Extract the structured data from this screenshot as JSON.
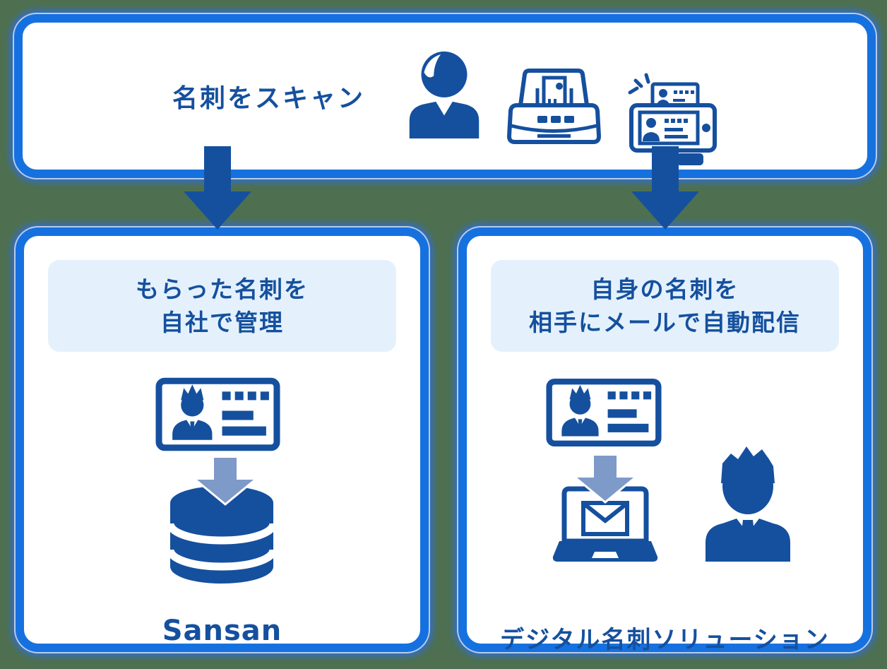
{
  "colors": {
    "background": "#4e7050",
    "box_border": "#1671e0",
    "box_bg": "#ffffff",
    "primary_blue": "#15509e",
    "header_bg": "#e4f1fc",
    "soft_arrow": "#7e9ac9"
  },
  "top_box": {
    "label": "名刺をスキャン",
    "icons": [
      "person-icon",
      "scanner-icon",
      "smartphone-scan-icon"
    ]
  },
  "flow": {
    "arrows": [
      "down-flow-arrow-left",
      "down-flow-arrow-right"
    ]
  },
  "left_box": {
    "header_line1": "もらった名刺を",
    "header_line2": "自社で管理",
    "caption": "Sansan",
    "icons": [
      "business-card-icon",
      "soft-down-arrow-icon",
      "database-icon"
    ]
  },
  "right_box": {
    "header_line1": "自身の名刺を",
    "header_line2": "相手にメールで自動配信",
    "caption": "デジタル名刺ソリューション",
    "icons": [
      "business-card-icon",
      "soft-down-arrow-icon",
      "laptop-mail-icon",
      "businessman-icon"
    ]
  }
}
